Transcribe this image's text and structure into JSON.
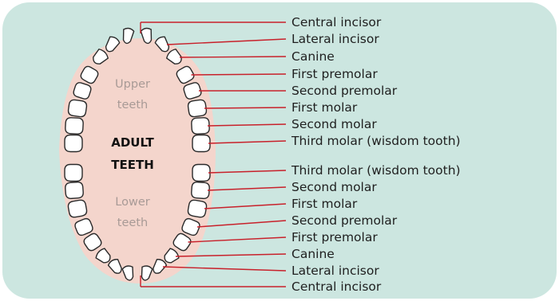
{
  "diagram": {
    "center_label": [
      "ADULT",
      "TEETH"
    ],
    "upper_label": [
      "Upper",
      "teeth"
    ],
    "lower_label": [
      "Lower",
      "teeth"
    ],
    "upper_teeth": [
      "Central incisor",
      "Lateral incisor",
      "Canine",
      "First premolar",
      "Second premolar",
      "First molar",
      "Second molar",
      "Third molar (wisdom tooth)"
    ],
    "lower_teeth": [
      "Third molar (wisdom tooth)",
      "Second molar",
      "First molar",
      "Second premolar",
      "First premolar",
      "Canine",
      "Lateral incisor",
      "Central incisor"
    ]
  },
  "colors": {
    "background_panel": "#cce6e0",
    "gum": "#f4d5cc",
    "tooth_fill": "#ffffff",
    "tooth_outline": "#2a2a2a",
    "leader_line": "#c8202a",
    "label_text": "#1f1f1f",
    "arch_label_text": "#a89a96"
  }
}
